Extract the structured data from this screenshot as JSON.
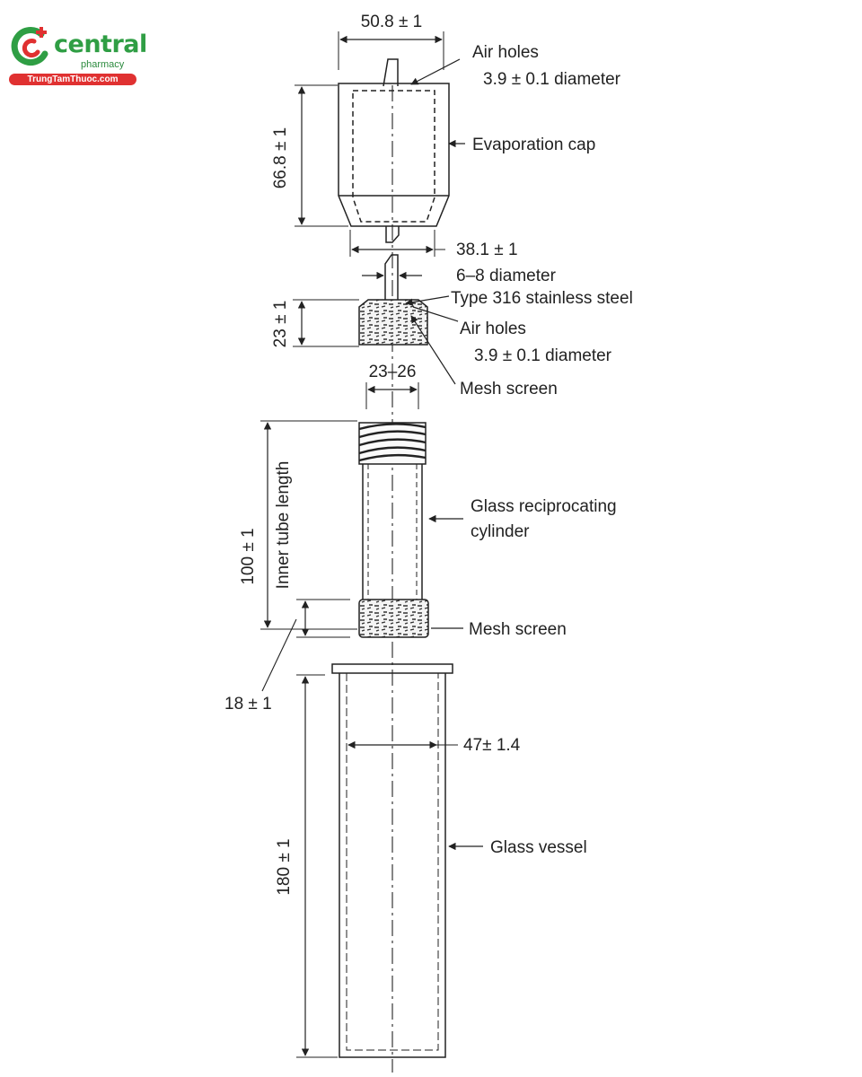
{
  "logo": {
    "word": "central",
    "sub": "pharmacy",
    "bar": "TrungTamThuoc.com",
    "colors": {
      "green": "#2f9e44",
      "red": "#e03131"
    }
  },
  "labels": {
    "top_width": "50.8 ± 1",
    "air_holes_top": "Air holes",
    "air_holes_top_dia": "3.9 ± 0.1 diameter",
    "evaporation_cap": "Evaporation cap",
    "cap_height": "66.8 ± 1",
    "cap_bottom_width": "38.1 ± 1",
    "rod_dia": "6–8 diameter",
    "rod_material": "Type 316 stainless steel",
    "cap2_height": "23 ± 1",
    "air_holes_mid": "Air holes",
    "air_holes_mid_dia": "3.9 ± 0.1 diameter",
    "screen_width": "23–26",
    "mesh_screen_top": "Mesh screen",
    "tube_height": "100 ± 1",
    "inner_tube_length": "Inner tube length",
    "glass_cylinder_1": "Glass reciprocating",
    "glass_cylinder_2": "cylinder",
    "mesh_screen_bottom": "Mesh screen",
    "bottom_cap_height": "18 ± 1",
    "vessel_width": "47± 1.4",
    "vessel_height": "180 ± 1",
    "glass_vessel": "Glass vessel"
  },
  "colors": {
    "line": "#222222"
  }
}
